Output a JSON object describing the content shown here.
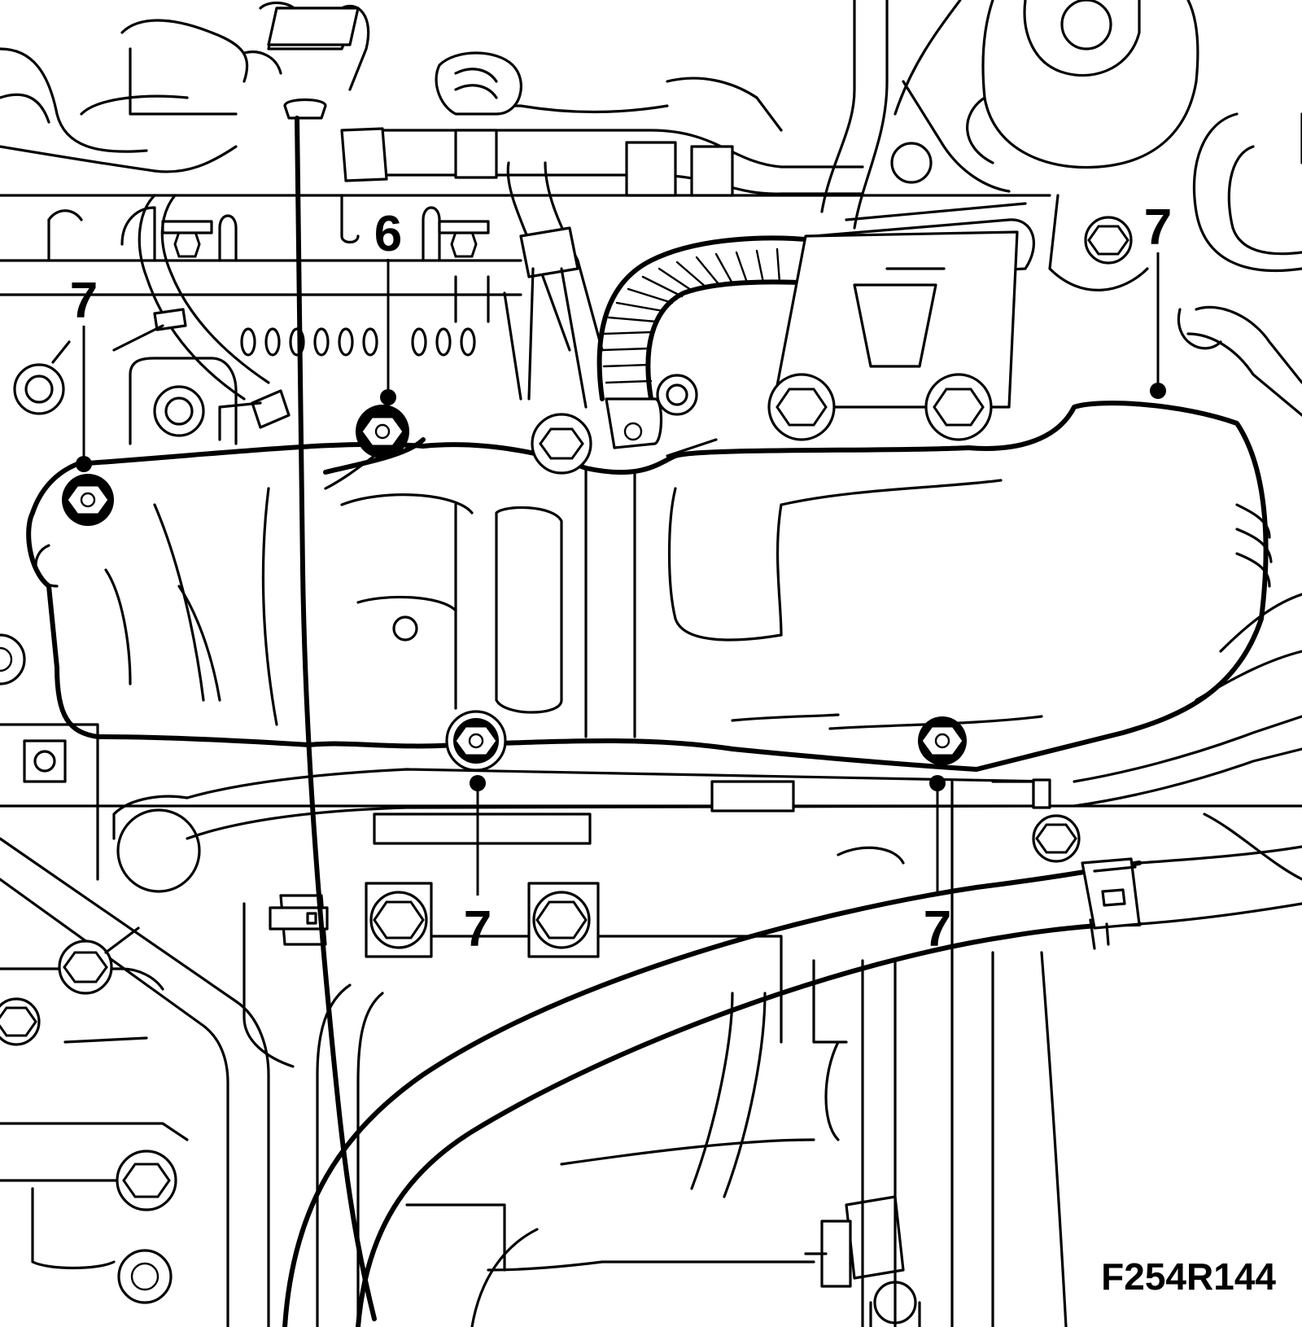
{
  "figure_id": "F254R144",
  "callouts": [
    {
      "id": "callout-6",
      "label": "6"
    },
    {
      "id": "callout-7-top-left",
      "label": "7"
    },
    {
      "id": "callout-7-top-right",
      "label": "7"
    },
    {
      "id": "callout-7-bottom-center",
      "label": "7"
    },
    {
      "id": "callout-7-bottom-right",
      "label": "7"
    }
  ]
}
